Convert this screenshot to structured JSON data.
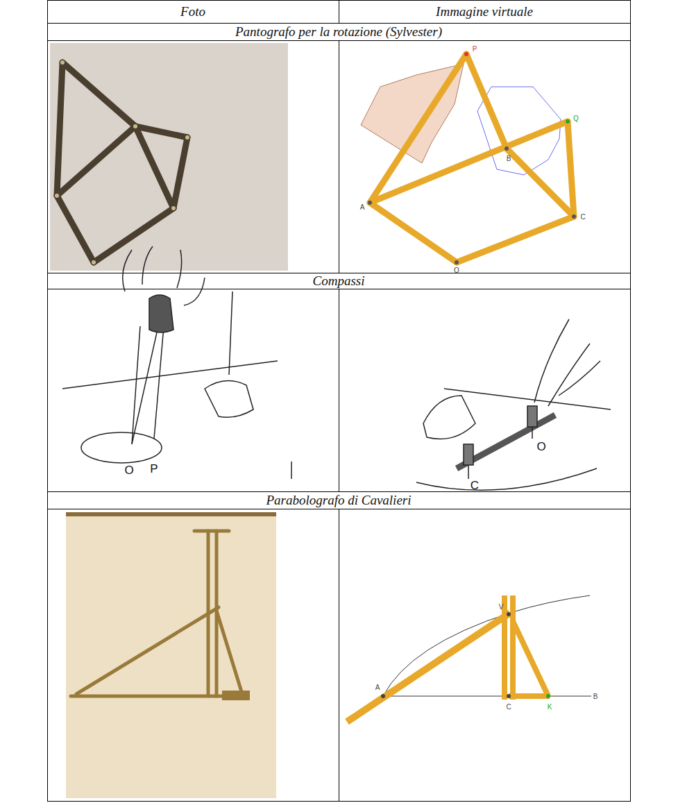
{
  "diagram": {
    "labels": [
      "Foto",
      "Immagine virtuale",
      "Pantografo per la rotazione (Sylvester)",
      "P",
      "Q",
      "B",
      "A",
      "C",
      "O",
      "Compassi",
      "O",
      "P",
      "C",
      "O",
      "Parabolografo di Cavalieri",
      "V",
      "A",
      "C",
      "K",
      "B"
    ]
  }
}
